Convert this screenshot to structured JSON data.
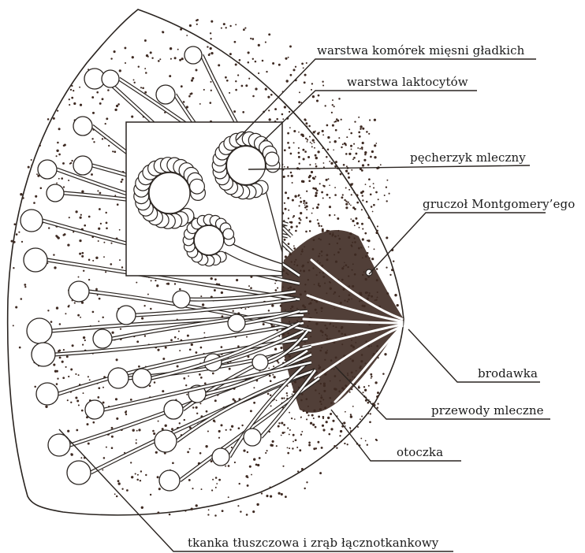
{
  "labels": {
    "smooth_muscle": "warstwa komórek mięsni gładkich",
    "lactocytes": "warstwa laktocytów",
    "alveolus": "pęcherzyk mleczny",
    "montgomery": "gruczoł Montgomery’ego",
    "nipple": "brodawka",
    "ducts": "przewody mleczne",
    "areola": "otoczka",
    "fat_tissue": "tkanka tłuszczowa i zrąb łącznotkankowy"
  },
  "colors": {
    "ink": "#2a2420",
    "tissue": "#3e2a22",
    "paper": "#ffffff"
  }
}
